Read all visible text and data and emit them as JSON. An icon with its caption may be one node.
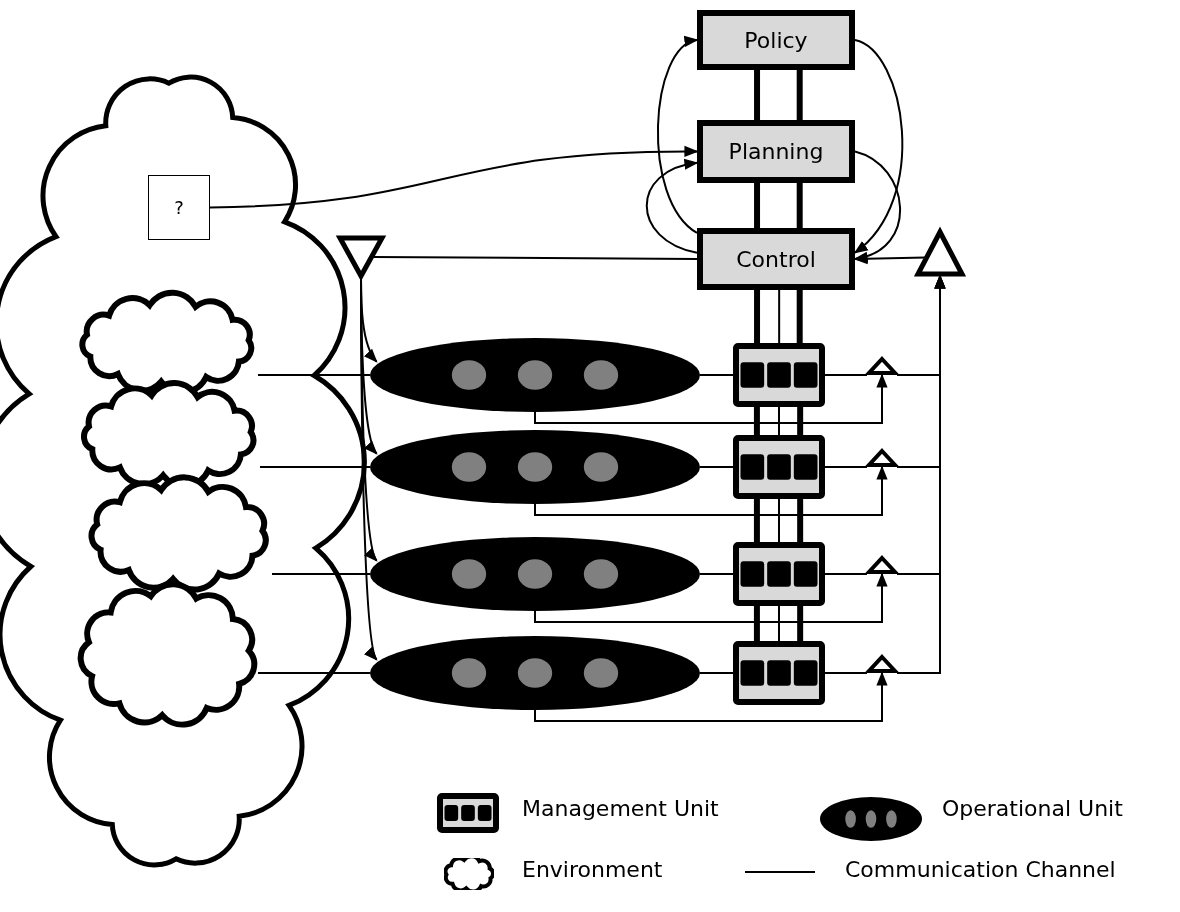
{
  "diagram": {
    "nodes": [
      {
        "text": [],
        "shape": "cloud"
      },
      {
        "text": [
          "?"
        ],
        "in": 0
      },
      {
        "text": [
          "Policy"
        ]
      },
      {
        "text": [
          "Planning"
        ]
      },
      {
        "text": [
          "Control"
        ]
      },
      {
        "text": [],
        "shape": "triangle"
      },
      {
        "text": [],
        "shape": "triangle"
      },
      {
        "text": [],
        "shape": "cloud",
        "in": 0
      },
      {
        "text": [],
        "shape": "cloud",
        "in": 0
      },
      {
        "text": [],
        "shape": "cloud",
        "in": 0
      },
      {
        "text": [],
        "shape": "cloud",
        "in": 0
      },
      {
        "text": [],
        "shape": "ellipse"
      },
      {
        "text": [],
        "shape": "ellipse"
      },
      {
        "text": [],
        "shape": "ellipse"
      },
      {
        "text": [],
        "shape": "ellipse"
      },
      {
        "text": [],
        "shape": "box"
      },
      {
        "text": [],
        "shape": "box"
      },
      {
        "text": [],
        "shape": "box"
      },
      {
        "text": [],
        "shape": "box"
      },
      {
        "text": [],
        "shape": "triangle"
      },
      {
        "text": [],
        "shape": "triangle"
      },
      {
        "text": [],
        "shape": "triangle"
      },
      {
        "text": [],
        "shape": "triangle"
      }
    ],
    "edges": [
      {
        "from": 1,
        "to": 3,
        "arrow": "to"
      },
      {
        "from": 4,
        "to": 2,
        "arrow": "to"
      },
      {
        "from": 4,
        "to": 3,
        "arrow": "to"
      },
      {
        "from": 3,
        "to": 4,
        "arrow": "to"
      },
      {
        "from": 2,
        "to": 4,
        "arrow": "to"
      },
      {
        "from": 4,
        "to": 5,
        "arrow": "none"
      },
      {
        "from": 6,
        "to": 4,
        "arrow": "to"
      },
      {
        "from": 5,
        "to": 11,
        "arrow": "to"
      },
      {
        "from": 5,
        "to": 12,
        "arrow": "to"
      },
      {
        "from": 5,
        "to": 13,
        "arrow": "to"
      },
      {
        "from": 5,
        "to": 14,
        "arrow": "to"
      },
      {
        "from": 7,
        "to": 11,
        "arrow": "none"
      },
      {
        "from": 8,
        "to": 12,
        "arrow": "none"
      },
      {
        "from": 9,
        "to": 13,
        "arrow": "none"
      },
      {
        "from": 10,
        "to": 14,
        "arrow": "none"
      },
      {
        "from": 11,
        "to": 15,
        "arrow": "none"
      },
      {
        "from": 12,
        "to": 16,
        "arrow": "none"
      },
      {
        "from": 13,
        "to": 17,
        "arrow": "none"
      },
      {
        "from": 14,
        "to": 18,
        "arrow": "none"
      },
      {
        "from": 15,
        "to": 19,
        "arrow": "none"
      },
      {
        "from": 16,
        "to": 20,
        "arrow": "none"
      },
      {
        "from": 17,
        "to": 21,
        "arrow": "none"
      },
      {
        "from": 18,
        "to": 22,
        "arrow": "none"
      },
      {
        "from": 11,
        "to": 19,
        "arrow": "to"
      },
      {
        "from": 12,
        "to": 20,
        "arrow": "to"
      },
      {
        "from": 13,
        "to": 21,
        "arrow": "to"
      },
      {
        "from": 14,
        "to": 22,
        "arrow": "to"
      },
      {
        "from": 19,
        "to": 6,
        "arrow": "to"
      },
      {
        "from": 20,
        "to": 6,
        "arrow": "to"
      },
      {
        "from": 21,
        "to": 6,
        "arrow": "to"
      },
      {
        "from": 22,
        "to": 6,
        "arrow": "to"
      },
      {
        "from": 2,
        "to": 3,
        "arrow": "none",
        "style": "thick"
      },
      {
        "from": 2,
        "to": 3,
        "arrow": "none",
        "style": "thick"
      },
      {
        "from": 3,
        "to": 4,
        "arrow": "none",
        "style": "thick"
      },
      {
        "from": 3,
        "to": 4,
        "arrow": "none",
        "style": "thick"
      },
      {
        "from": 4,
        "to": 15,
        "arrow": "none",
        "style": "thick"
      },
      {
        "from": 4,
        "to": 15,
        "arrow": "none"
      },
      {
        "from": 4,
        "to": 15,
        "arrow": "none",
        "style": "thick"
      },
      {
        "from": 15,
        "to": 16,
        "arrow": "none",
        "style": "thick"
      },
      {
        "from": 15,
        "to": 16,
        "arrow": "none"
      },
      {
        "from": 15,
        "to": 16,
        "arrow": "none",
        "style": "thick"
      },
      {
        "from": 16,
        "to": 17,
        "arrow": "none",
        "style": "thick"
      },
      {
        "from": 16,
        "to": 17,
        "arrow": "none"
      },
      {
        "from": 16,
        "to": 17,
        "arrow": "none",
        "style": "thick"
      },
      {
        "from": 17,
        "to": 18,
        "arrow": "none",
        "style": "thick"
      },
      {
        "from": 17,
        "to": 18,
        "arrow": "none"
      },
      {
        "from": 17,
        "to": 18,
        "arrow": "none",
        "style": "thick"
      }
    ],
    "legend": [
      {
        "text": "Management Unit"
      },
      {
        "text": "Operational Unit"
      },
      {
        "text": "Environment"
      },
      {
        "text": "Communication Channel"
      }
    ]
  }
}
